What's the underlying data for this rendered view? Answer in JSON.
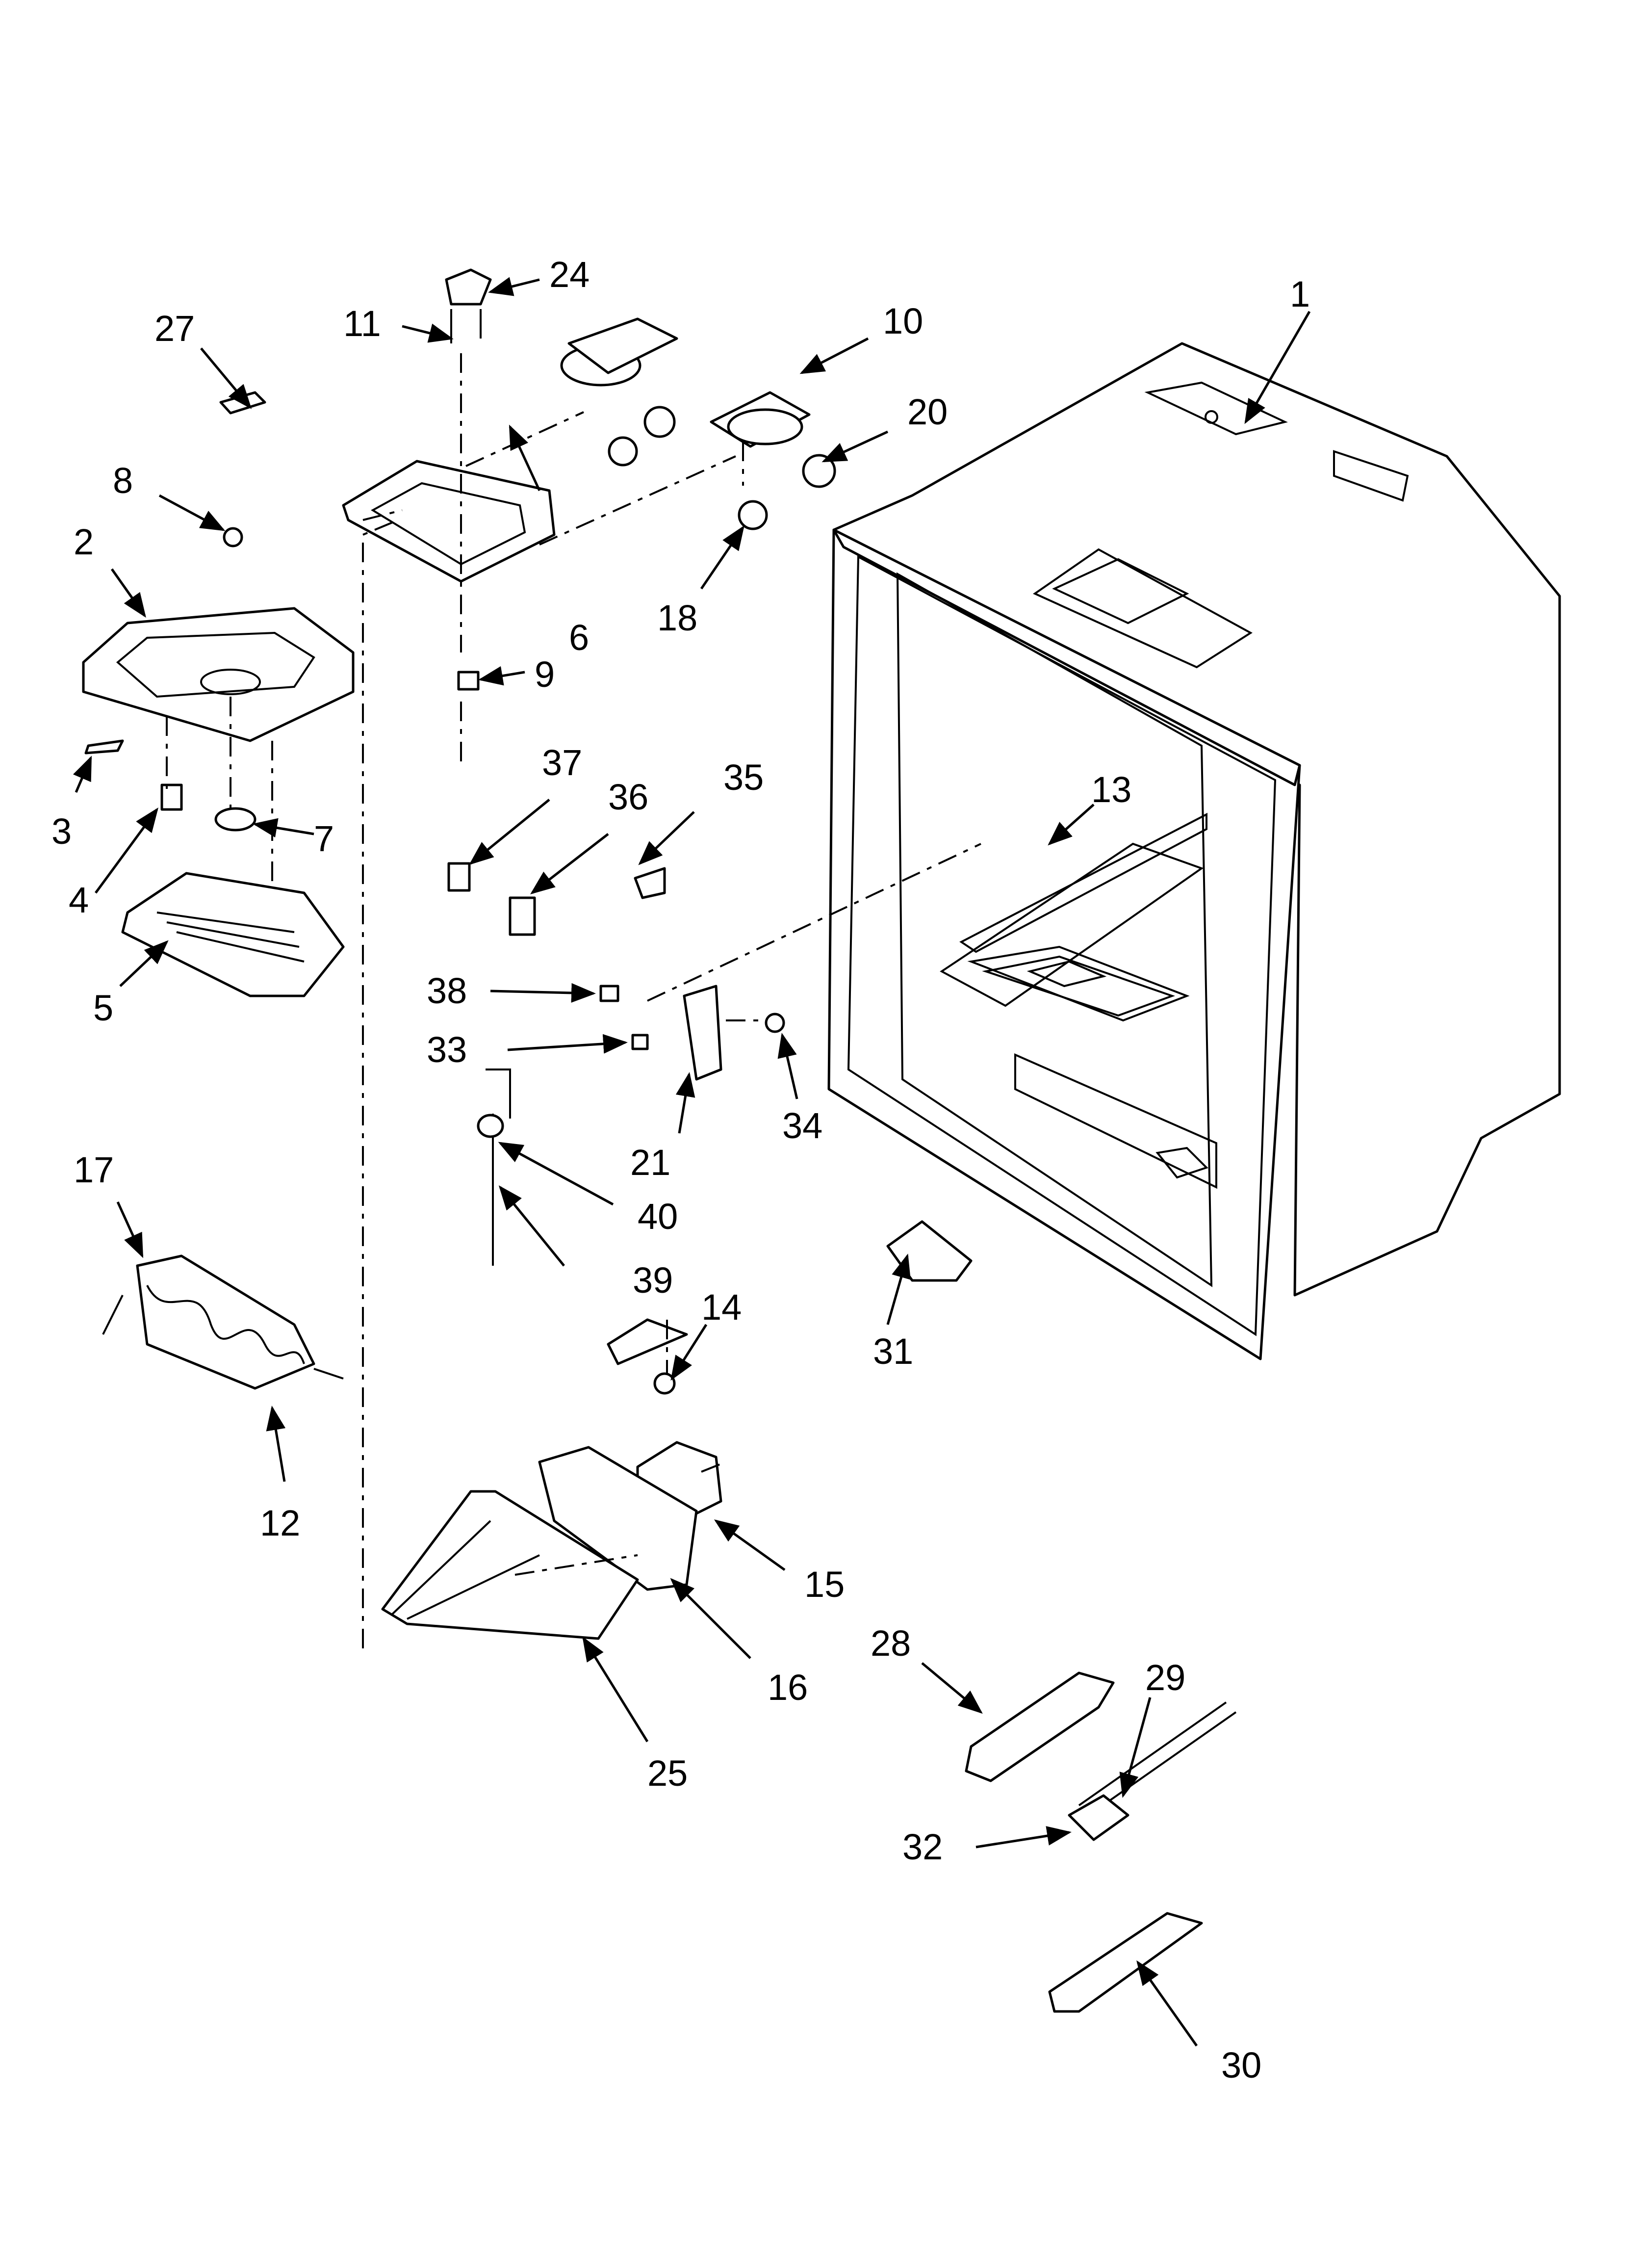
{
  "callouts": [
    {
      "id": "c1",
      "label": "1"
    },
    {
      "id": "c2",
      "label": "2"
    },
    {
      "id": "c3",
      "label": "3"
    },
    {
      "id": "c4",
      "label": "4"
    },
    {
      "id": "c5",
      "label": "5"
    },
    {
      "id": "c6",
      "label": "6"
    },
    {
      "id": "c7",
      "label": "7"
    },
    {
      "id": "c8",
      "label": "8"
    },
    {
      "id": "c9",
      "label": "9"
    },
    {
      "id": "c10",
      "label": "10"
    },
    {
      "id": "c11",
      "label": "11"
    },
    {
      "id": "c12",
      "label": "12"
    },
    {
      "id": "c13",
      "label": "13"
    },
    {
      "id": "c14",
      "label": "14"
    },
    {
      "id": "c15",
      "label": "15"
    },
    {
      "id": "c16",
      "label": "16"
    },
    {
      "id": "c17",
      "label": "17"
    },
    {
      "id": "c18",
      "label": "18"
    },
    {
      "id": "c20",
      "label": "20"
    },
    {
      "id": "c21",
      "label": "21"
    },
    {
      "id": "c24",
      "label": "24"
    },
    {
      "id": "c25",
      "label": "25"
    },
    {
      "id": "c27",
      "label": "27"
    },
    {
      "id": "c28",
      "label": "28"
    },
    {
      "id": "c29",
      "label": "29"
    },
    {
      "id": "c30",
      "label": "30"
    },
    {
      "id": "c31",
      "label": "31"
    },
    {
      "id": "c32",
      "label": "32"
    },
    {
      "id": "c33",
      "label": "33"
    },
    {
      "id": "c34",
      "label": "34"
    },
    {
      "id": "c35",
      "label": "35"
    },
    {
      "id": "c36",
      "label": "36"
    },
    {
      "id": "c37",
      "label": "37"
    },
    {
      "id": "c38",
      "label": "38"
    },
    {
      "id": "c39",
      "label": "39"
    },
    {
      "id": "c40",
      "label": "40"
    }
  ]
}
